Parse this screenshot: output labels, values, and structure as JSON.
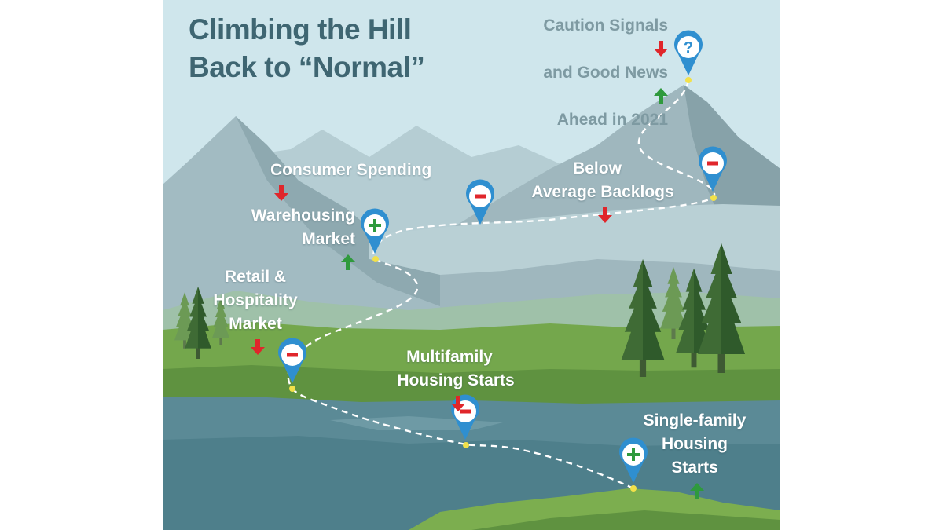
{
  "title": {
    "line1": "Climbing the Hill",
    "line2": "Back to “Normal”"
  },
  "colors": {
    "sky": "#cfe6ec",
    "mountain_light": "#a6bfc6",
    "mountain_dark": "#8aa6ad",
    "grass": "#6fa24a",
    "water": "#5c8a97",
    "pin_blue": "#2f8fd0",
    "path_dot": "#f2e14a",
    "up_arrow": "#2f9a3d",
    "down_arrow": "#e0262b",
    "title": "#3f6672",
    "caution_text": "#7e9aa2"
  },
  "milestones": {
    "caution": {
      "lines": [
        "Caution Signals",
        "and Good News",
        "Ahead in 2021"
      ],
      "symbol": "?",
      "trends": [
        "down",
        "up"
      ]
    },
    "backlogs": {
      "lines": [
        "Below",
        "Average Backlogs"
      ],
      "symbol": "-",
      "trend": "down"
    },
    "consumer": {
      "lines": [
        "Consumer Spending"
      ],
      "symbol": "-",
      "trend": "down"
    },
    "warehousing": {
      "lines": [
        "Warehousing",
        "Market"
      ],
      "symbol": "+",
      "trend": "up"
    },
    "retail": {
      "lines": [
        "Retail &",
        "Hospitality",
        "Market"
      ],
      "symbol": "-",
      "trend": "down"
    },
    "multifamily": {
      "lines": [
        "Multifamily",
        "Housing Starts"
      ],
      "symbol": "-",
      "trend": "down"
    },
    "single_family": {
      "lines": [
        "Single-family",
        "Housing",
        "Starts"
      ],
      "symbol": "+",
      "trend": "up"
    }
  }
}
